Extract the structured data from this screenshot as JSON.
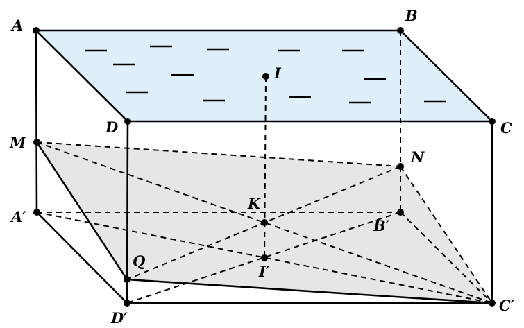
{
  "colors": {
    "top_face_fill": "#dff0fb",
    "section_fill": "#e6e6e6",
    "stroke": "#000000"
  },
  "points": {
    "A": "A",
    "B": "B",
    "C": "C",
    "D": "D",
    "A_prime": "A′",
    "B_prime": "B′",
    "C_prime": "C′",
    "D_prime": "D′",
    "M": "M",
    "N": "N",
    "Q": "Q",
    "K": "K",
    "I": "I",
    "I_prime": "I′"
  }
}
